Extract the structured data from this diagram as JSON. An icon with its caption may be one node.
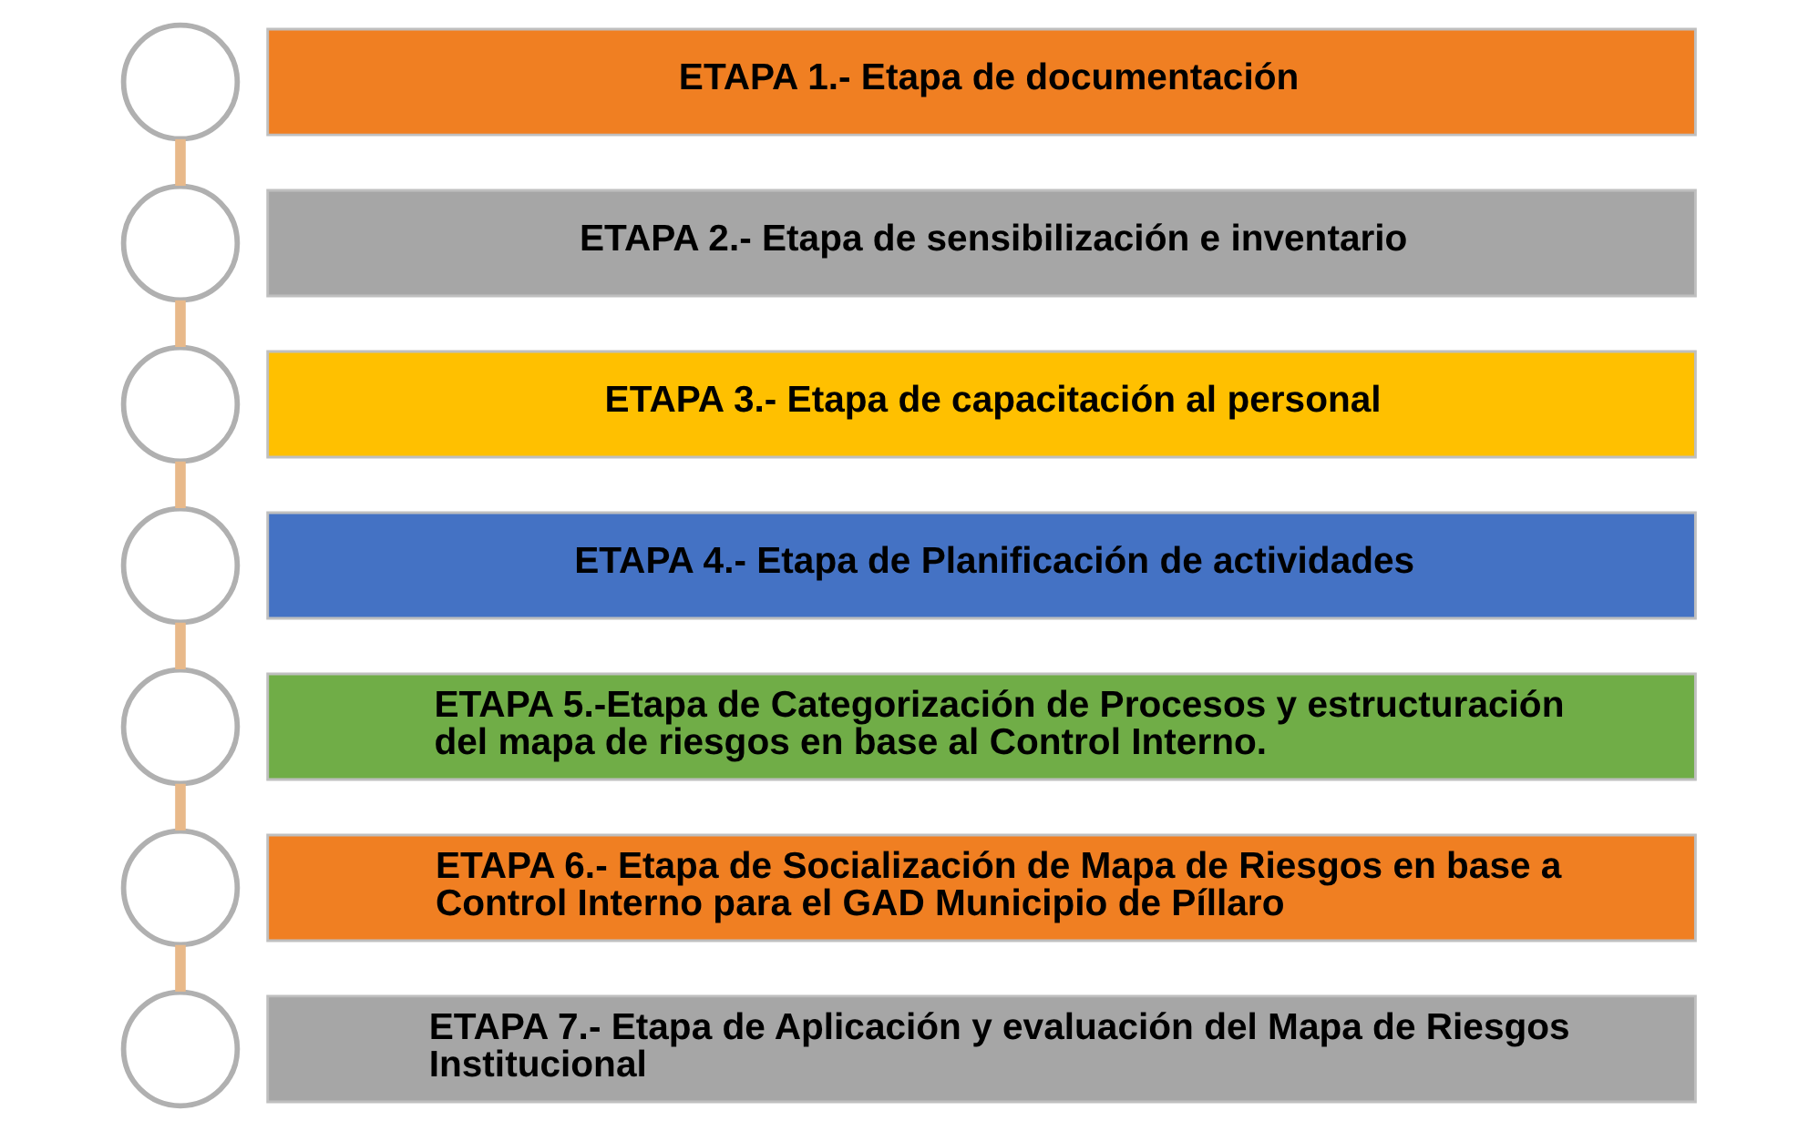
{
  "diagram": {
    "nodes": [
      {
        "text": [],
        "shape": "circle"
      },
      {
        "text": [
          "ETAPA 1.- Etapa de documentación"
        ]
      },
      {
        "text": [],
        "shape": "circle"
      },
      {
        "text": [
          "ETAPA 2.- Etapa de sensibilización e inventario"
        ]
      },
      {
        "text": [],
        "shape": "circle"
      },
      {
        "text": [
          "ETAPA 3.- Etapa de capacitación al personal"
        ]
      },
      {
        "text": [],
        "shape": "circle"
      },
      {
        "text": [
          "ETAPA 4.- Etapa de Planificación de actividades"
        ]
      },
      {
        "text": [],
        "shape": "circle"
      },
      {
        "text": [
          "ETAPA 5.-Etapa de Categorización de Procesos y estructuración del mapa de riesgos en base al Control Interno."
        ]
      },
      {
        "text": [],
        "shape": "circle"
      },
      {
        "text": [
          "ETAPA 6.- Etapa de Socialización de Mapa de Riesgos en base a Control Interno para el GAD Municipio de Píllaro"
        ]
      },
      {
        "text": [],
        "shape": "circle"
      },
      {
        "text": [
          "ETAPA 7.- Etapa de Aplicación y evaluación del Mapa de Riesgos Institucional"
        ]
      }
    ],
    "edges": [
      {
        "from": 0,
        "to": 2,
        "arrow": "none"
      },
      {
        "from": 2,
        "to": 4,
        "arrow": "none"
      },
      {
        "from": 4,
        "to": 6,
        "arrow": "none"
      },
      {
        "from": 6,
        "to": 8,
        "arrow": "none"
      },
      {
        "from": 8,
        "to": 10,
        "arrow": "none"
      },
      {
        "from": 10,
        "to": 12,
        "arrow": "none"
      }
    ]
  }
}
